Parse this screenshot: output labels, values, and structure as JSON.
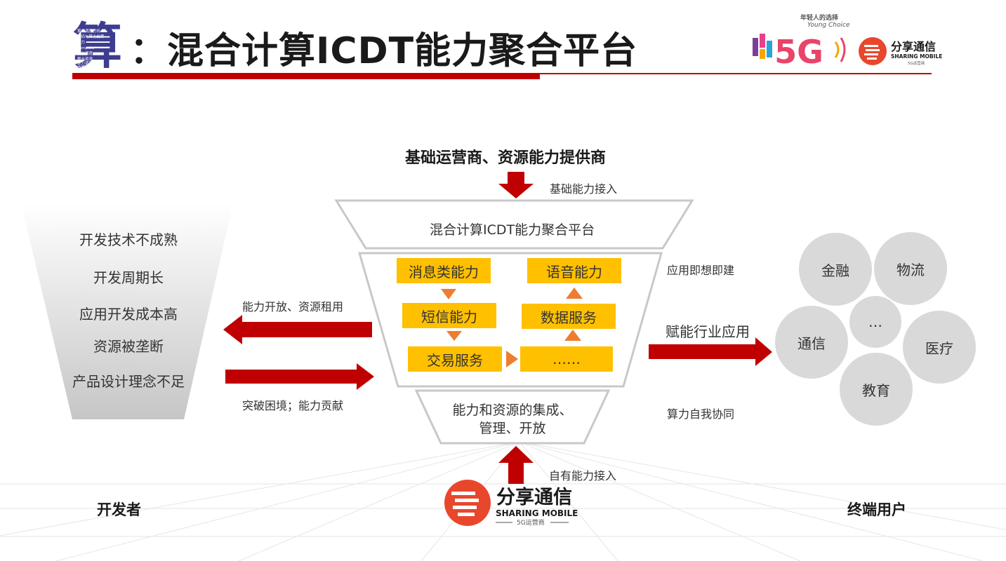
{
  "title": {
    "prefix_char": "算",
    "text": "：混合计算ICDT能力聚合平台",
    "icon_words": [
      "算力调度分析",
      "编码与算力统筹",
      "算力",
      "compute",
      "算力调度",
      "整合资源",
      "算力调度分析",
      "统筹算力资源"
    ]
  },
  "brand": {
    "slogan": "年轻人的选择",
    "slogan_en": "Young Choice",
    "logo_5g": "5G",
    "company_cn": "分享通信",
    "company_en": "SHARING MOBILE",
    "company_sub": "5G运营商"
  },
  "top": {
    "provider": "基础运营商、资源能力提供商",
    "access": "基础能力接入"
  },
  "funnel": {
    "top_label": "混合计算ICDT能力聚合平台",
    "bottom_label_line1": "能力和资源的集成、",
    "bottom_label_line2": "管理、开放",
    "boxes": {
      "msg": "消息类能力",
      "voice": "语音能力",
      "sms": "短信能力",
      "data": "数据服务",
      "trade": "交易服务",
      "more": "……"
    },
    "colors": {
      "box": "#ffc000",
      "arrow": "#ed7d31",
      "stroke": "#c8c8c8"
    }
  },
  "left": {
    "developers": [
      "开发技术不成熟",
      "开发周期长",
      "应用开发成本高",
      "资源被垄断",
      "产品设计理念不足"
    ],
    "open_label": "能力开放、资源租用",
    "break_label": "突破困境；能力贡献",
    "role": "开发者"
  },
  "right": {
    "build_label": "应用即想即建",
    "empower_label": "赋能行业应用",
    "compute_label": "算力自我协同",
    "industries": [
      "金融",
      "物流",
      "…",
      "通信",
      "医疗",
      "教育"
    ],
    "role": "终端用户"
  },
  "bottom": {
    "own_access": "自有能力接入"
  },
  "colors": {
    "accent_red": "#c00000",
    "bubble": "#d9d9d9"
  }
}
